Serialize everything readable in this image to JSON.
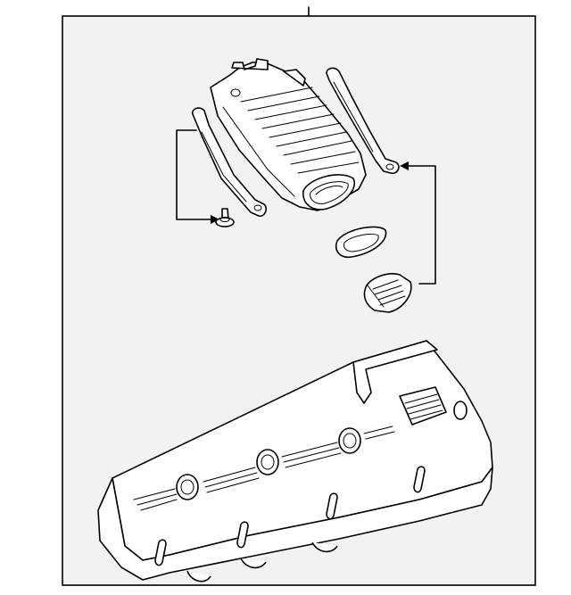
{
  "colors": {
    "background": "#ffffff",
    "panel": "#f2f2f2",
    "line": "#000000"
  },
  "parts": [
    {
      "name": "upper-bracket-right",
      "icon": "bracket-icon"
    },
    {
      "name": "upper-bracket-left",
      "icon": "bracket-icon"
    },
    {
      "name": "air-cleaner-housing",
      "icon": "housing-icon"
    },
    {
      "name": "bolt",
      "icon": "bolt-icon"
    },
    {
      "name": "seal-ring",
      "icon": "seal-icon"
    },
    {
      "name": "connector-clip",
      "icon": "clip-icon"
    },
    {
      "name": "engine-cover",
      "icon": "cover-icon"
    }
  ]
}
